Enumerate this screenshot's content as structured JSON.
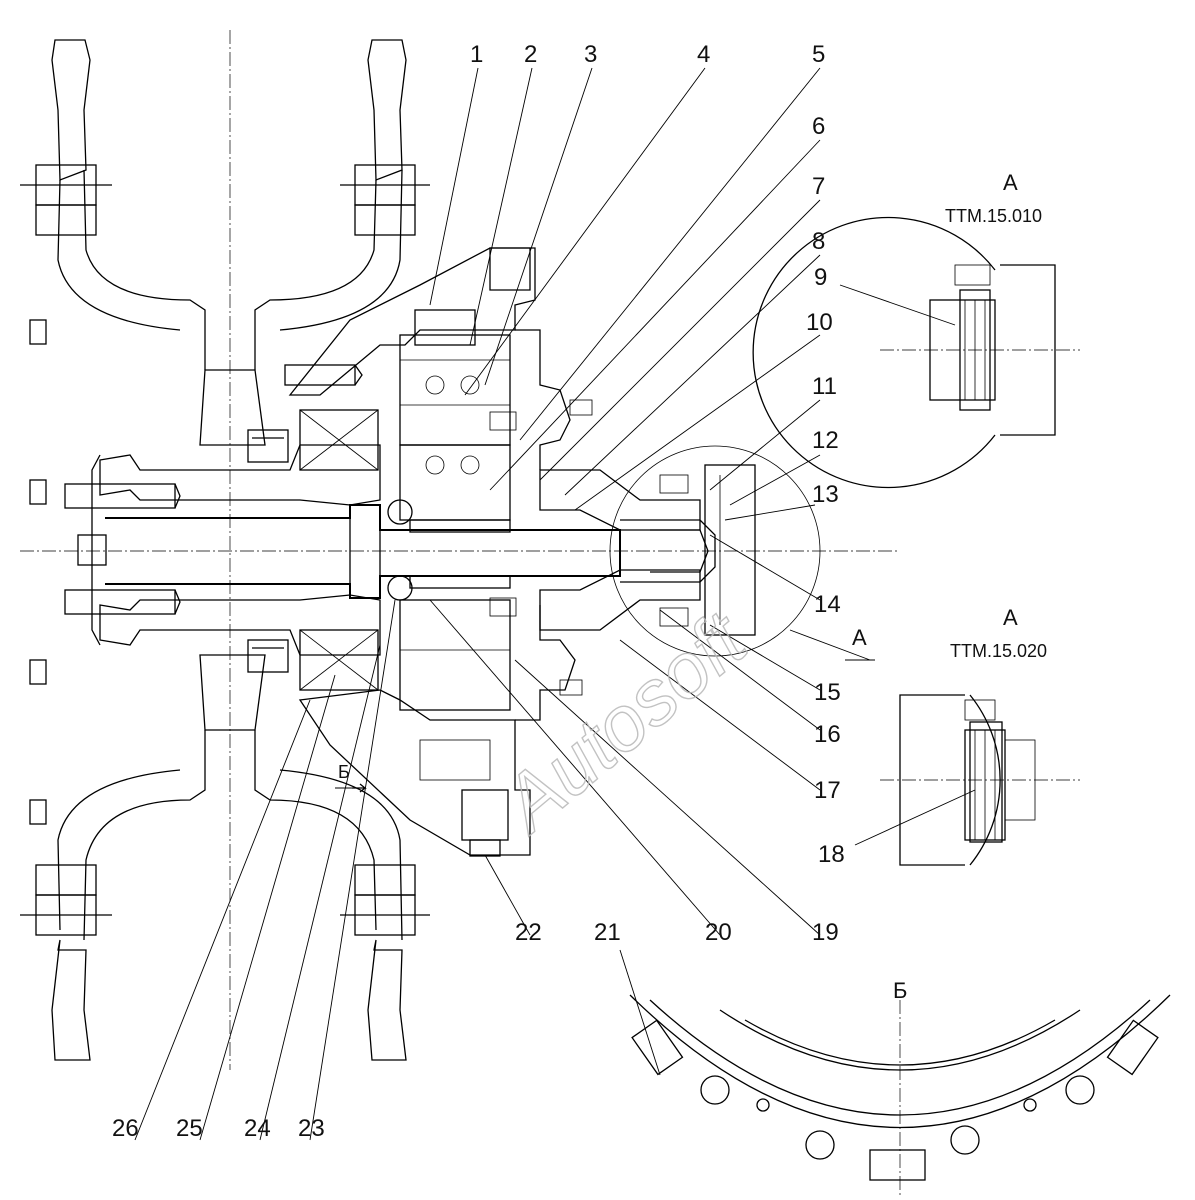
{
  "watermark": "Autosoft",
  "views": {
    "detail_a_top": {
      "letter": "А",
      "code": "ТТМ.15.010"
    },
    "detail_a_bottom": {
      "letter": "А",
      "code": "ТТМ.15.020"
    },
    "section_b": {
      "letter": "Б"
    },
    "main_view_marks": {
      "section_a_mark": "А",
      "section_b_mark": "Б"
    }
  },
  "callouts": [
    {
      "num": "1"
    },
    {
      "num": "2"
    },
    {
      "num": "3"
    },
    {
      "num": "4"
    },
    {
      "num": "5"
    },
    {
      "num": "6"
    },
    {
      "num": "7"
    },
    {
      "num": "8"
    },
    {
      "num": "9"
    },
    {
      "num": "10"
    },
    {
      "num": "11"
    },
    {
      "num": "12"
    },
    {
      "num": "13"
    },
    {
      "num": "14"
    },
    {
      "num": "15"
    },
    {
      "num": "16"
    },
    {
      "num": "17"
    },
    {
      "num": "18"
    },
    {
      "num": "19"
    },
    {
      "num": "20"
    },
    {
      "num": "21"
    },
    {
      "num": "22"
    },
    {
      "num": "23"
    },
    {
      "num": "24"
    },
    {
      "num": "25"
    },
    {
      "num": "26"
    }
  ]
}
